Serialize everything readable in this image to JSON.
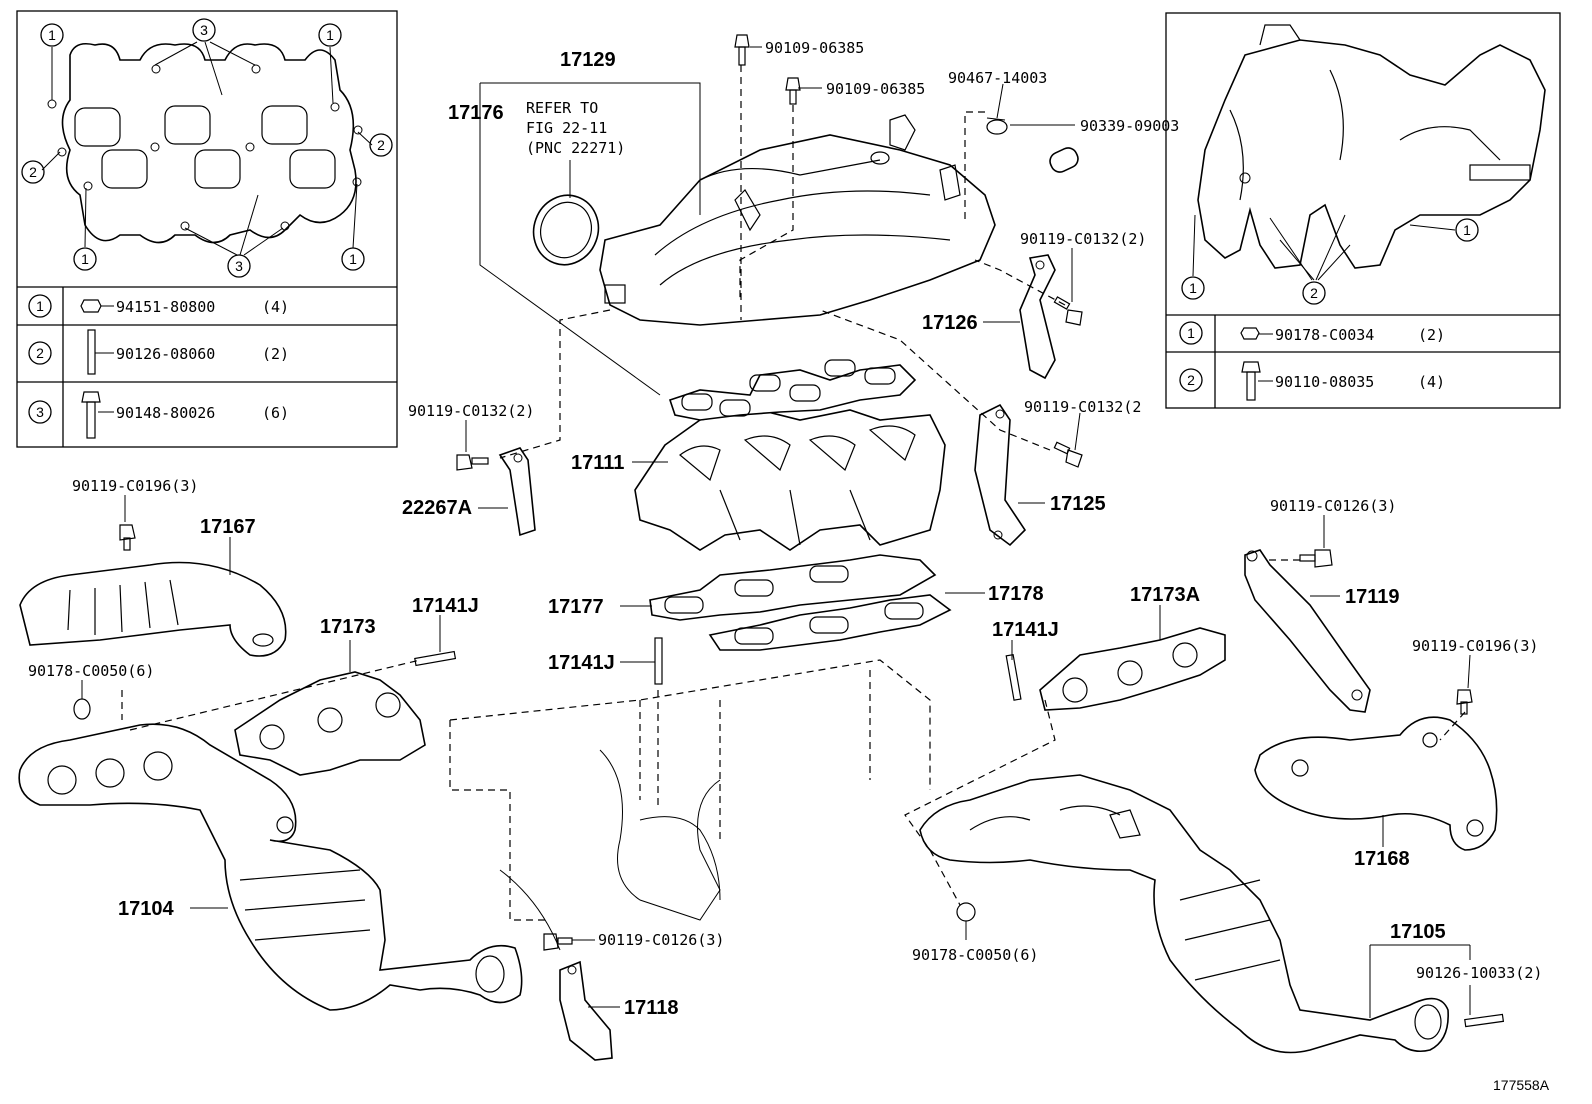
{
  "figure_code": "177558A",
  "left_inset": {
    "rows": [
      {
        "num": "1",
        "part": "94151-80800",
        "qty": "(4)"
      },
      {
        "num": "2",
        "part": "90126-08060",
        "qty": "(2)"
      },
      {
        "num": "3",
        "part": "90148-80026",
        "qty": "(6)"
      }
    ],
    "callouts": [
      "1",
      "3",
      "1",
      "2",
      "2",
      "1",
      "3",
      "1"
    ]
  },
  "right_inset": {
    "rows": [
      {
        "num": "1",
        "part": "90178-C0034",
        "qty": "(2)"
      },
      {
        "num": "2",
        "part": "90110-08035",
        "qty": "(4)"
      }
    ],
    "callouts": [
      "1",
      "1",
      "2"
    ]
  },
  "refer_note": [
    "REFER TO",
    "FIG 22-11",
    "(PNC 22271)"
  ],
  "labels": {
    "l17129": "17129",
    "l17176": "17176",
    "l90109a": "90109-06385",
    "l90109b": "90109-06385",
    "l90467": "90467-14003",
    "l90339": "90339-09003",
    "l90119_c0132_top": "90119-C0132(2)",
    "l17126": "17126",
    "l90119_c0132_left": "90119-C0132(2)",
    "l90119_c0132_right": "90119-C0132(2",
    "l17111": "17111",
    "l22267A": "22267A",
    "l17125": "17125",
    "l90119_c0196_left": "90119-C0196(3)",
    "l17167": "17167",
    "l17177": "17177",
    "l17178": "17178",
    "l17141J_c": "17141J",
    "l17141J_l": "17141J",
    "l17173": "17173",
    "l90178_c0050_l": "90178-C0050(6)",
    "l17141J_r": "17141J",
    "l17173A": "17173A",
    "l90119_c0126_r": "90119-C0126(3)",
    "l17119": "17119",
    "l90119_c0196_r": "90119-C0196(3)",
    "l17168": "17168",
    "l17104": "17104",
    "l90119_c0126_b": "90119-C0126(3)",
    "l17118": "17118",
    "l90178_c0050_r": "90178-C0050(6)",
    "l17105": "17105",
    "l90126_10033": "90126-10033(2)"
  }
}
